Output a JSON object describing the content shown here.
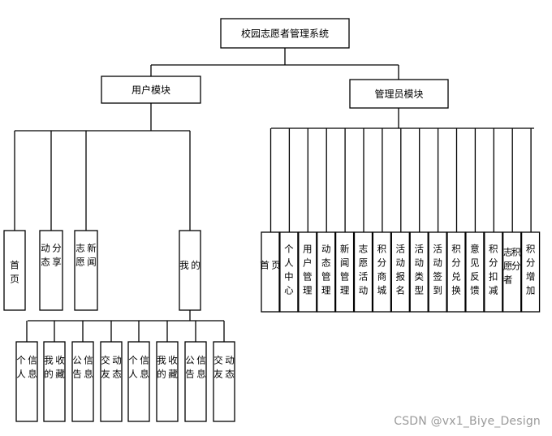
{
  "root": {
    "label": "校园志愿者管理系统"
  },
  "user_module": {
    "label": "用户模块",
    "children": [
      "首页",
      "动态分享",
      "志愿新闻",
      "我的"
    ],
    "my_children": [
      "个人信息",
      "我的收藏",
      "公告信息",
      "交友动态",
      "个人信息",
      "我的收藏",
      "公告信息",
      "交友动态"
    ]
  },
  "admin_module": {
    "label": "管理员模块",
    "children": [
      "首页",
      "个人中心",
      "用户管理",
      "动态管理",
      "新闻管理",
      "志愿活动",
      "积分商城",
      "活动报名",
      "活动类型",
      "活动签到",
      "积分兑换",
      "意见反馈",
      "积分扣减",
      "志愿者积分",
      "积分增加"
    ]
  },
  "watermark": "CSDN @vx1_Biye_Design"
}
